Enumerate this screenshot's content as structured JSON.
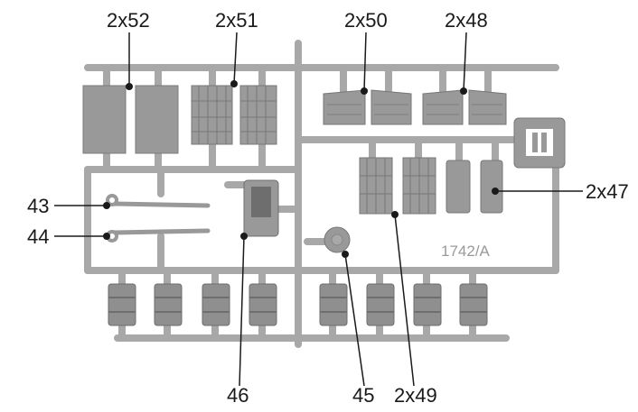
{
  "labels": {
    "shutter_small": "2x52",
    "shutter_large": "2x51",
    "panel_top_a": "2x50",
    "panel_top_b": "2x48",
    "door_block": "2x47",
    "panel_vent": "2x49",
    "bar_upper": "43",
    "bar_lower": "44",
    "box": "46",
    "disc": "45"
  },
  "sprue_code": "1742/A",
  "colors": {
    "sprue": "#a8a8a8",
    "part": "#999999",
    "part_dark": "#6e6e6e",
    "line": "#1a1a1a"
  }
}
